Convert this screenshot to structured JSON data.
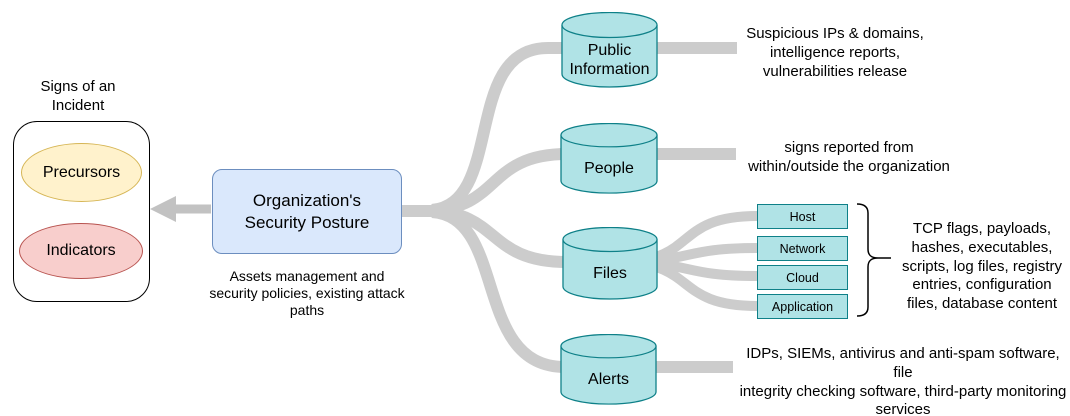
{
  "colors": {
    "teal_fill": "#b0e3e6",
    "teal_stroke": "#0e8088",
    "blue_fill": "#dae8fc",
    "blue_stroke": "#6c8ebf",
    "yellow_fill": "#fff2cc",
    "yellow_stroke": "#d6b656",
    "red_fill": "#f8cecc",
    "red_stroke": "#b85450",
    "connector": "#cccccc",
    "arrow": "#c2c2c2",
    "outline": "#000000"
  },
  "incident_panel": {
    "title": "Signs of an\nIncident",
    "precursors_label": "Precursors",
    "indicators_label": "Indicators"
  },
  "security_posture": {
    "label": "Organization's\nSecurity Posture",
    "caption": "Assets management and\nsecurity policies, existing attack\npaths"
  },
  "sources": [
    {
      "label": "Public Information",
      "description": "Suspicious IPs & domains,\nintelligence reports,\nvulnerabilities release"
    },
    {
      "label": "People",
      "description": "signs reported from\nwithin/outside the organization"
    },
    {
      "label": "Files",
      "description": "TCP flags, payloads,\nhashes, executables,\nscripts, log files, registry\nentries, configuration\nfiles, database content",
      "sub_items": [
        "Host",
        "Network",
        "Cloud",
        "Application"
      ]
    },
    {
      "label": "Alerts",
      "description": "IDPs, SIEMs, antivirus and anti-spam software, file\nintegrity checking software, third-party monitoring\nservices"
    }
  ]
}
